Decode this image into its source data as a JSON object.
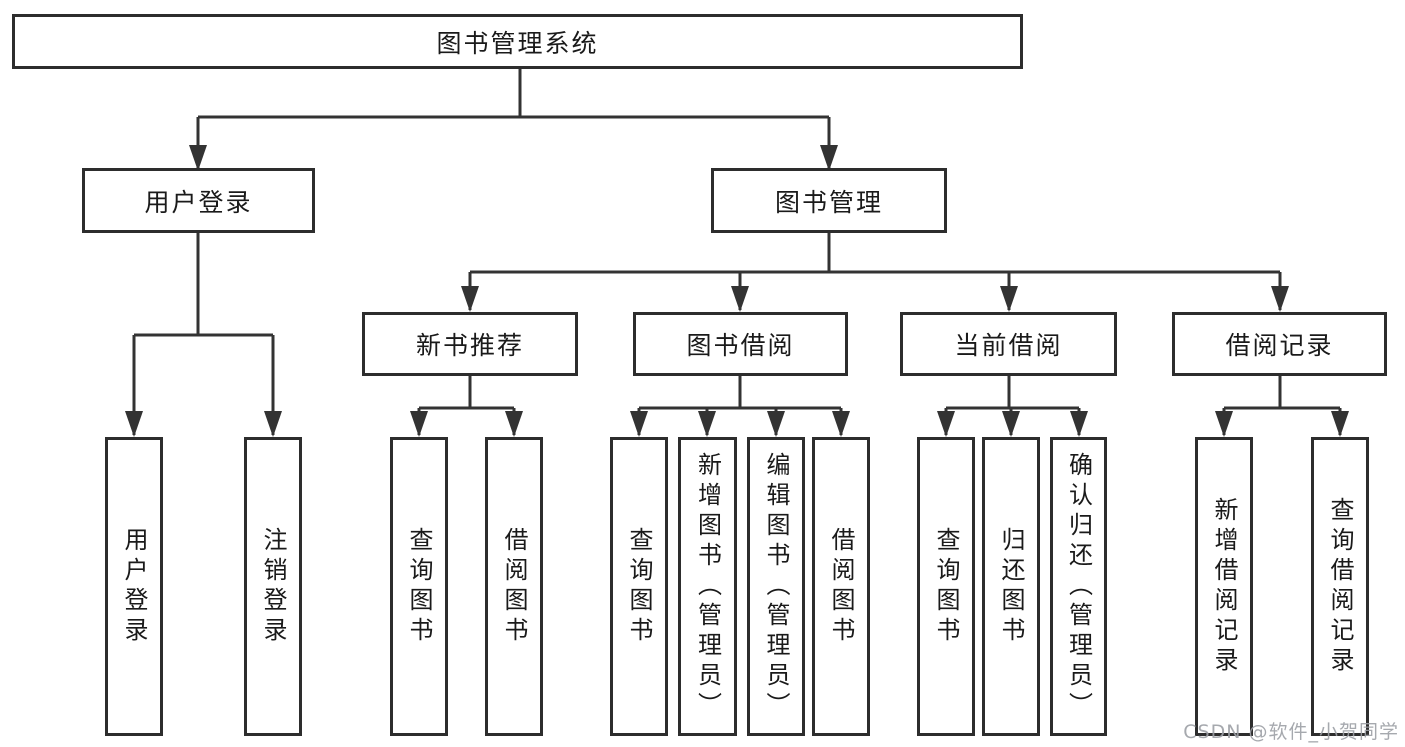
{
  "diagram": {
    "title": "图书管理系统",
    "root": {
      "label": "图书管理系统"
    },
    "level2": [
      {
        "label": "用户登录"
      },
      {
        "label": "图书管理"
      }
    ],
    "level3": [
      {
        "label": "新书推荐",
        "parent": "图书管理"
      },
      {
        "label": "图书借阅",
        "parent": "图书管理"
      },
      {
        "label": "当前借阅",
        "parent": "图书管理"
      },
      {
        "label": "借阅记录",
        "parent": "图书管理"
      }
    ],
    "leaves": [
      {
        "label": "用户登录",
        "parent": "用户登录"
      },
      {
        "label": "注销登录",
        "parent": "用户登录"
      },
      {
        "label": "查询图书",
        "parent": "新书推荐"
      },
      {
        "label": "借阅图书",
        "parent": "新书推荐"
      },
      {
        "label": "查询图书",
        "parent": "图书借阅"
      },
      {
        "label": "新增图书（管理员）",
        "parent": "图书借阅"
      },
      {
        "label": "编辑图书（管理员）",
        "parent": "图书借阅"
      },
      {
        "label": "借阅图书",
        "parent": "图书借阅"
      },
      {
        "label": "查询图书",
        "parent": "当前借阅"
      },
      {
        "label": "归还图书",
        "parent": "当前借阅"
      },
      {
        "label": "确认归还（管理员）",
        "parent": "当前借阅"
      },
      {
        "label": "新增借阅记录",
        "parent": "借阅记录"
      },
      {
        "label": "查询借阅记录",
        "parent": "借阅记录"
      }
    ],
    "colors": {
      "line": "#333333",
      "box_border": "#2d2d2d",
      "text": "#1a1a1a",
      "background": "#ffffff",
      "watermark": "#9da0a6"
    }
  },
  "watermark": {
    "text": "CSDN @软件_小贺同学"
  }
}
